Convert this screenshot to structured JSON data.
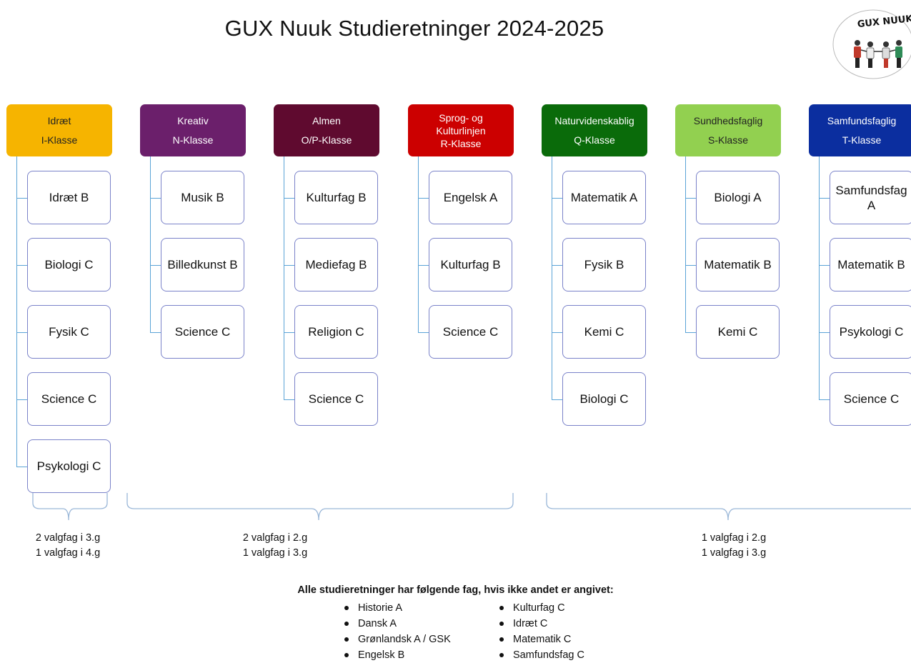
{
  "title": "GUX Nuuk Studieretninger 2024-2025",
  "logo": {
    "text": "GUX NUUK",
    "icon": "four-people-figures-logo"
  },
  "columns": [
    {
      "id": "I",
      "header": [
        "Idræt",
        "I-Klasse"
      ],
      "color": "#f6b400",
      "text_color": "#222222",
      "subjects": [
        "Idræt B",
        "Biologi C",
        "Fysik C",
        "Science C",
        "Psykologi C"
      ]
    },
    {
      "id": "N",
      "header": [
        "Kreativ",
        "N-Klasse"
      ],
      "color": "#6b1f6b",
      "text_color": "#ffffff",
      "subjects": [
        "Musik B",
        "Billedkunst B",
        "Science C"
      ]
    },
    {
      "id": "O",
      "header": [
        "Almen",
        "O/P-Klasse"
      ],
      "color": "#5f0a2f",
      "text_color": "#ffffff",
      "subjects": [
        "Kulturfag B",
        "Mediefag B",
        "Religion C",
        "Science C"
      ]
    },
    {
      "id": "R",
      "header": [
        "Sprog- og",
        "Kulturlinjen",
        "R-Klasse"
      ],
      "color": "#cc0000",
      "text_color": "#ffffff",
      "subjects": [
        "Engelsk A",
        "Kulturfag B",
        "Science C"
      ]
    },
    {
      "id": "Q",
      "header": [
        "Naturvidenskablig",
        "Q-Klasse"
      ],
      "color": "#0a6b0a",
      "text_color": "#ffffff",
      "subjects": [
        "Matematik A",
        "Fysik B",
        "Kemi C",
        "Biologi C"
      ]
    },
    {
      "id": "S",
      "header": [
        "Sundhedsfaglig",
        "S-Klasse"
      ],
      "color": "#92d050",
      "text_color": "#222222",
      "subjects": [
        "Biologi A",
        "Matematik B",
        "Kemi C"
      ]
    },
    {
      "id": "T",
      "header": [
        "Samfundsfaglig",
        "T-Klasse"
      ],
      "color": "#0b2e9f",
      "text_color": "#ffffff",
      "subjects": [
        "Samfundsfag A",
        "Matematik B",
        "Psykologi C",
        "Science C"
      ]
    }
  ],
  "electives": [
    {
      "lines": [
        "2 valgfag i 3.g",
        "1 valgfag i 4.g"
      ]
    },
    {
      "lines": [
        "2 valgfag i 2.g",
        "1 valgfag i 3.g"
      ]
    },
    {
      "lines": [
        "1 valgfag i 2.g",
        "1 valgfag i 3.g"
      ]
    }
  ],
  "common": {
    "title": "Alle studieretninger har følgende fag, hvis ikke andet er angivet:",
    "left": [
      "Historie A",
      "Dansk A",
      "Grønlandsk A / GSK",
      "Engelsk B"
    ],
    "right": [
      "Kulturfag C",
      "Idræt C",
      "Matematik C",
      "Samfundsfag C"
    ]
  },
  "colors": {
    "connector": "#5aa3d6",
    "box_border": "#7a82c9",
    "brace": "#9ab7d8"
  }
}
